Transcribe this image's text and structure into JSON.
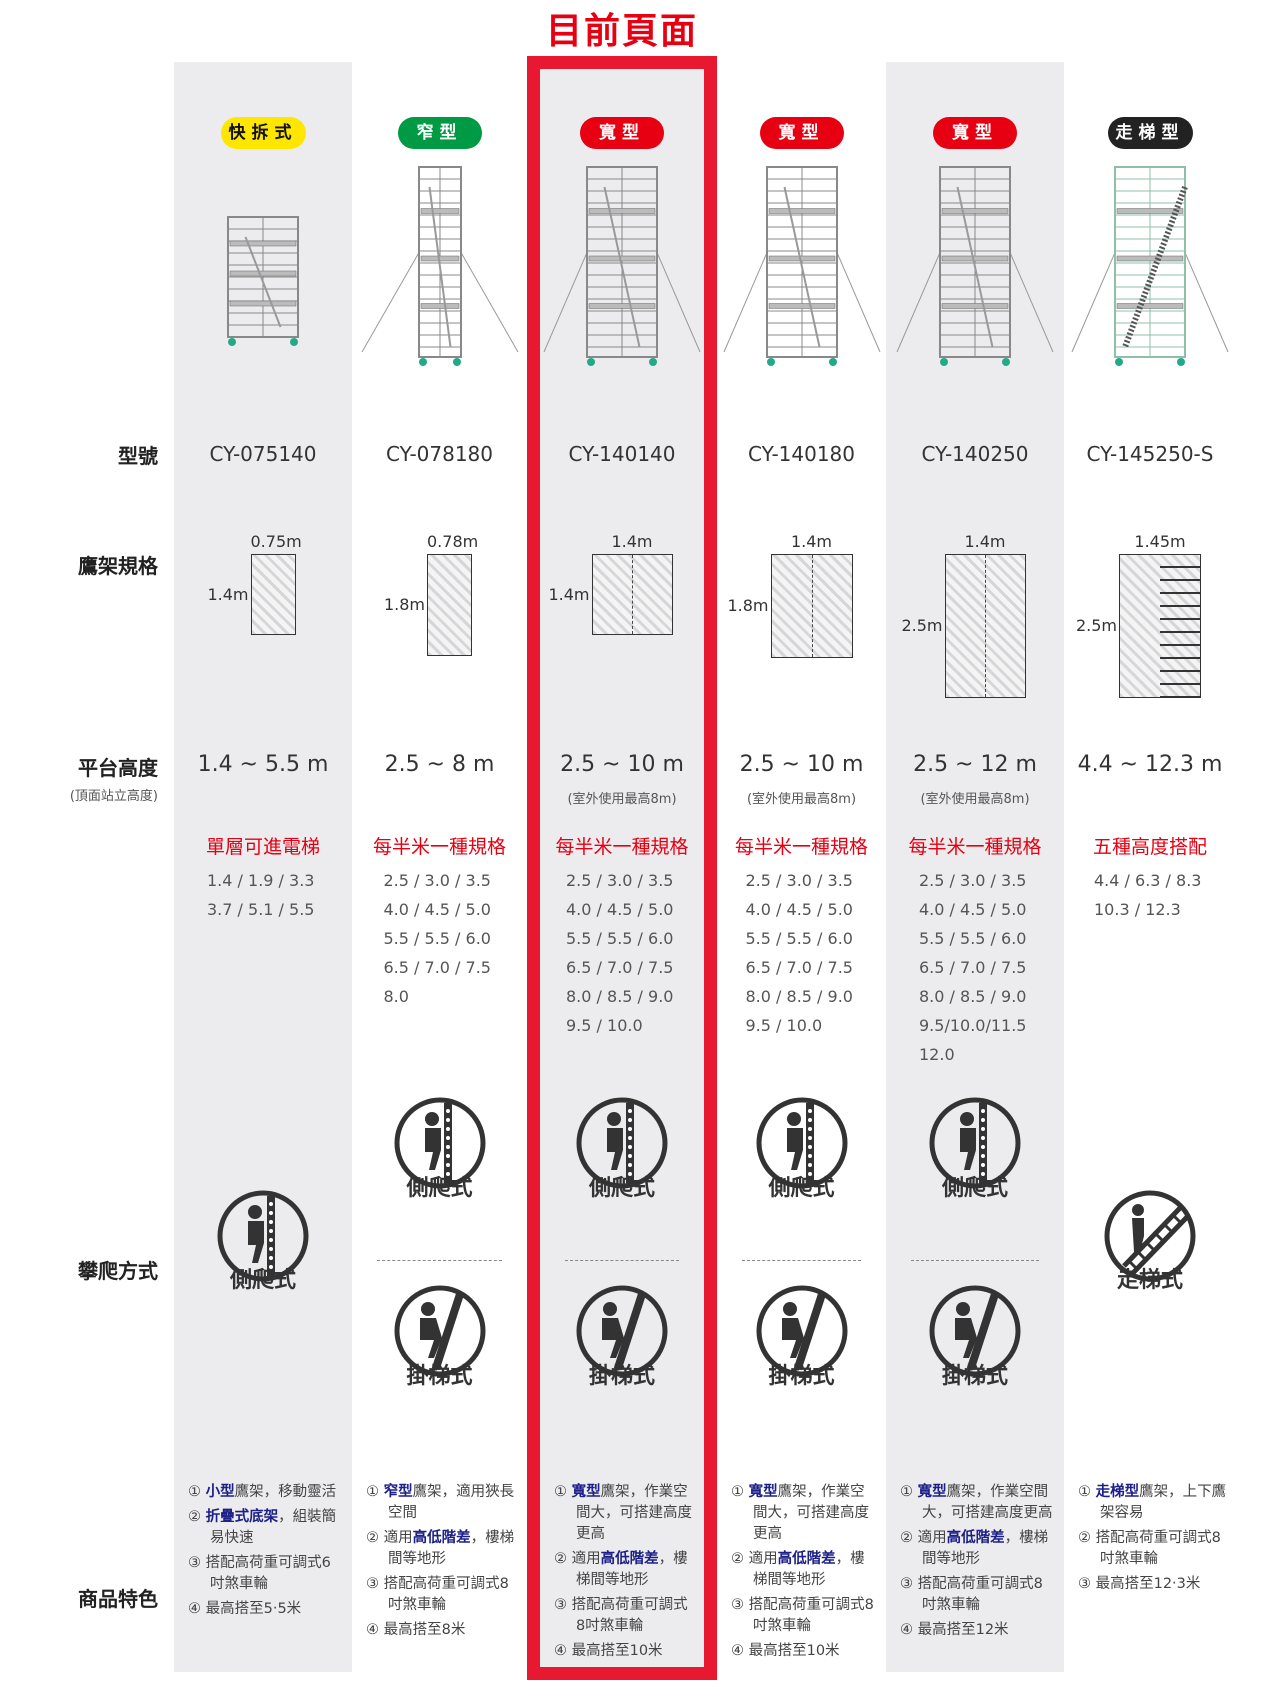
{
  "page_title": "目前頁面",
  "row_labels": {
    "model": "型號",
    "spec": "鷹架規格",
    "height": "平台高度",
    "height_sub": "(頂面站立高度)",
    "climb": "攀爬方式",
    "features": "商品特色"
  },
  "colors": {
    "accent": "#e60012",
    "highlight_text": "#1d2088",
    "panel_gray": "#ececee"
  },
  "columns": [
    {
      "badge": "快拆式",
      "badge_bg": "#ffe600",
      "badge_fg": "#111111",
      "image": "folding-scaffold-image",
      "model": "CY-075140",
      "spec": {
        "width": "0.75m",
        "length": "1.4m",
        "style": "plain"
      },
      "height": "1.4 ~ 5.5 m",
      "height_note": null,
      "subtitle": "單層可進電梯",
      "heights": [
        "1.4 / 1.9 / 3.3",
        "3.7 / 5.1 / 5.5"
      ],
      "climb": [
        "側爬式"
      ],
      "features": [
        {
          "num": "①",
          "parts": [
            {
              "t": "小型",
              "b": true
            },
            {
              "t": "鷹架，移動靈活"
            }
          ]
        },
        {
          "num": "②",
          "parts": [
            {
              "t": "折疊式底架",
              "b": true
            },
            {
              "t": "，組裝簡易快速"
            }
          ]
        },
        {
          "num": "③",
          "parts": [
            {
              "t": "搭配高荷重可調式6吋煞車輪"
            }
          ]
        },
        {
          "num": "④",
          "parts": [
            {
              "t": "最高搭至5‧5米"
            }
          ]
        }
      ]
    },
    {
      "badge": "窄型",
      "badge_bg": "#009944",
      "badge_fg": "#ffffff",
      "image": "narrow-scaffold-tower-image",
      "model": "CY-078180",
      "spec": {
        "width": "0.78m",
        "length": "1.8m",
        "style": "plain"
      },
      "height": "2.5 ~ 8 m",
      "height_note": null,
      "subtitle": "每半米一種規格",
      "heights": [
        "2.5 / 3.0 / 3.5",
        "4.0 / 4.5 / 5.0",
        "5.5 / 5.5 / 6.0",
        "6.5 / 7.0 / 7.5",
        "8.0"
      ],
      "climb": [
        "側爬式",
        "掛梯式"
      ],
      "features": [
        {
          "num": "①",
          "parts": [
            {
              "t": "窄型",
              "b": true
            },
            {
              "t": "鷹架，適用狹長空間"
            }
          ]
        },
        {
          "num": "②",
          "parts": [
            {
              "t": "適用"
            },
            {
              "t": "高低階差",
              "b": true
            },
            {
              "t": "，樓梯間等地形"
            }
          ]
        },
        {
          "num": "③",
          "parts": [
            {
              "t": "搭配高荷重可調式8吋煞車輪"
            }
          ]
        },
        {
          "num": "④",
          "parts": [
            {
              "t": "最高搭至8米"
            }
          ]
        }
      ]
    },
    {
      "badge": "寬型",
      "badge_bg": "#e60012",
      "badge_fg": "#ffffff",
      "image": "wide-scaffold-tower-image",
      "model": "CY-140140",
      "spec": {
        "width": "1.4m",
        "length": "1.4m",
        "style": "split"
      },
      "height": "2.5 ~ 10 m",
      "height_note": "(室外使用最高8m)",
      "subtitle": "每半米一種規格",
      "heights": [
        "2.5 / 3.0 / 3.5",
        "4.0 / 4.5 / 5.0",
        "5.5 / 5.5 / 6.0",
        "6.5 / 7.0 / 7.5",
        "8.0 / 8.5 / 9.0",
        "9.5 / 10.0"
      ],
      "climb": [
        "側爬式",
        "掛梯式"
      ],
      "current": true,
      "features": [
        {
          "num": "①",
          "parts": [
            {
              "t": "寬型",
              "b": true
            },
            {
              "t": "鷹架，作業空間大，可搭建高度更高"
            }
          ]
        },
        {
          "num": "②",
          "parts": [
            {
              "t": "適用"
            },
            {
              "t": "高低階差",
              "b": true
            },
            {
              "t": "，樓梯間等地形"
            }
          ]
        },
        {
          "num": "③",
          "parts": [
            {
              "t": "搭配高荷重可調式8吋煞車輪"
            }
          ]
        },
        {
          "num": "④",
          "parts": [
            {
              "t": "最高搭至10米"
            }
          ]
        }
      ]
    },
    {
      "badge": "寬型",
      "badge_bg": "#e60012",
      "badge_fg": "#ffffff",
      "image": "wide-scaffold-tower-image",
      "model": "CY-140180",
      "spec": {
        "width": "1.4m",
        "length": "1.8m",
        "style": "split"
      },
      "height": "2.5 ~ 10 m",
      "height_note": "(室外使用最高8m)",
      "subtitle": "每半米一種規格",
      "heights": [
        "2.5 / 3.0 / 3.5",
        "4.0 / 4.5 / 5.0",
        "5.5 / 5.5 / 6.0",
        "6.5 / 7.0 / 7.5",
        "8.0 / 8.5 / 9.0",
        "9.5 / 10.0"
      ],
      "climb": [
        "側爬式",
        "掛梯式"
      ],
      "features": [
        {
          "num": "①",
          "parts": [
            {
              "t": "寬型",
              "b": true
            },
            {
              "t": "鷹架，作業空間大，可搭建高度更高"
            }
          ]
        },
        {
          "num": "②",
          "parts": [
            {
              "t": "適用"
            },
            {
              "t": "高低階差",
              "b": true
            },
            {
              "t": "，樓梯間等地形"
            }
          ]
        },
        {
          "num": "③",
          "parts": [
            {
              "t": "搭配高荷重可調式8吋煞車輪"
            }
          ]
        },
        {
          "num": "④",
          "parts": [
            {
              "t": "最高搭至10米"
            }
          ]
        }
      ]
    },
    {
      "badge": "寬型",
      "badge_bg": "#e60012",
      "badge_fg": "#ffffff",
      "image": "wide-scaffold-tower-image",
      "model": "CY-140250",
      "spec": {
        "width": "1.4m",
        "length": "2.5m",
        "style": "split"
      },
      "height": "2.5 ~ 12 m",
      "height_note": "(室外使用最高8m)",
      "subtitle": "每半米一種規格",
      "heights": [
        "2.5 / 3.0 / 3.5",
        "4.0 / 4.5 / 5.0",
        "5.5 / 5.5 / 6.0",
        "6.5 / 7.0 / 7.5",
        "8.0 / 8.5 / 9.0",
        "9.5/10.0/11.5",
        "12.0"
      ],
      "climb": [
        "側爬式",
        "掛梯式"
      ],
      "features": [
        {
          "num": "①",
          "parts": [
            {
              "t": "寬型",
              "b": true
            },
            {
              "t": "鷹架，作業空間大，可搭建高度更高"
            }
          ]
        },
        {
          "num": "②",
          "parts": [
            {
              "t": "適用"
            },
            {
              "t": "高低階差",
              "b": true
            },
            {
              "t": "，樓梯間等地形"
            }
          ]
        },
        {
          "num": "③",
          "parts": [
            {
              "t": "搭配高荷重可調式8吋煞車輪"
            }
          ]
        },
        {
          "num": "④",
          "parts": [
            {
              "t": "最高搭至12米"
            }
          ]
        }
      ]
    },
    {
      "badge": "走梯型",
      "badge_bg": "#222222",
      "badge_fg": "#ffffff",
      "image": "stair-scaffold-tower-image",
      "model": "CY-145250-S",
      "spec": {
        "width": "1.45m",
        "length": "2.5m",
        "style": "stair"
      },
      "height": "4.4 ~ 12.3 m",
      "height_note": null,
      "subtitle": "五種高度搭配",
      "heights": [
        "4.4 / 6.3 / 8.3",
        "10.3 / 12.3"
      ],
      "climb": [
        "走梯式"
      ],
      "features": [
        {
          "num": "①",
          "parts": [
            {
              "t": "走梯型",
              "b": true
            },
            {
              "t": "鷹架，上下鷹架容易"
            }
          ]
        },
        {
          "num": "②",
          "parts": [
            {
              "t": "搭配高荷重可調式8吋煞車輪"
            }
          ]
        },
        {
          "num": "③",
          "parts": [
            {
              "t": "最高搭至12‧3米"
            }
          ]
        }
      ]
    }
  ]
}
